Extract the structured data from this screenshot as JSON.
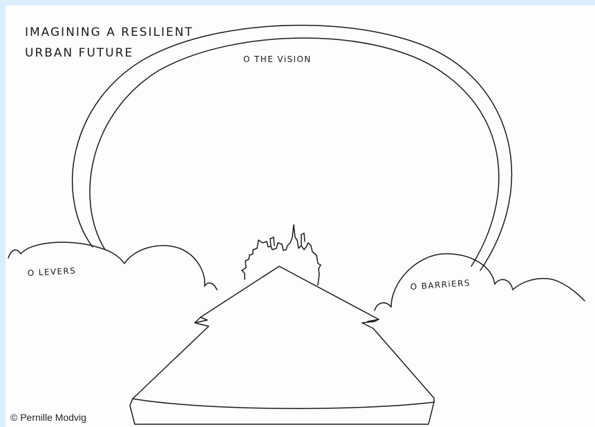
{
  "diagram": {
    "title_lines": [
      "IMAGINING A RESILIENT",
      "URBAN FUTURE"
    ],
    "labels": {
      "vision": "O THE ViSION",
      "levers": "O LEVERS",
      "barriers": "O BARRiERS"
    }
  },
  "credit": "© Pernille Modvig",
  "colors": {
    "frame_background": "#dceefe",
    "paper": "#fdfdfd",
    "ink": "#1a1a1a"
  }
}
